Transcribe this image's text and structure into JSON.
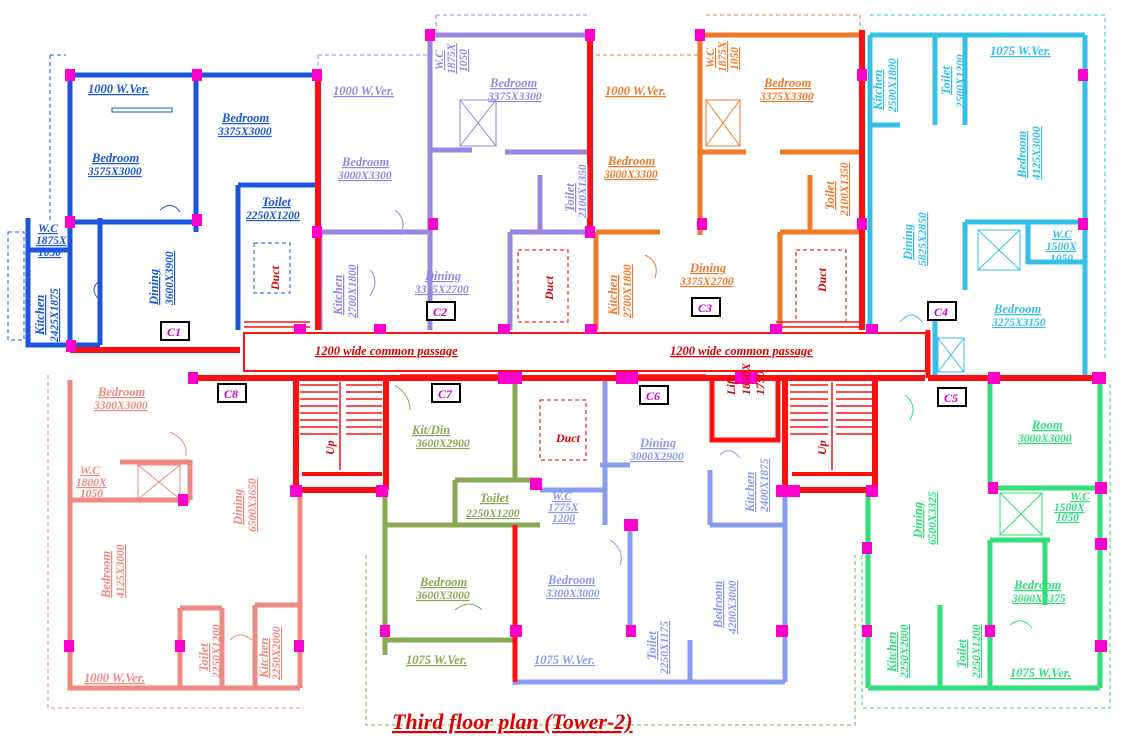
{
  "title": "Third floor plan (Tower-2)",
  "colors": {
    "c1": "#1a55e0",
    "c2": "#9a86e0",
    "c3": "#f07a2a",
    "c4": "#35c0ec",
    "c5": "#2fe07a",
    "c6": "#8a9cf0",
    "c7": "#88aa55",
    "c8": "#f08a80",
    "core": "#ff1010",
    "column": "#ff00cc",
    "ctag": "#cc00cc"
  },
  "passage": {
    "left": "1200 wide common passage",
    "right": "1200 wide common passage"
  },
  "lift": [
    "Lift",
    "1850X",
    "1750"
  ],
  "duct_label": "Duct",
  "up_label": "Up",
  "core_tags": [
    "C1",
    "C2",
    "C3",
    "C4",
    "C5",
    "C6",
    "C7",
    "C8"
  ],
  "c1": {
    "wver": "1000 W.Ver.",
    "bed1_name": "Bedroom",
    "bed1_dim": "3375X3000",
    "bed2_name": "Bedroom",
    "bed2_dim": "3575X3000",
    "toilet_name": "Toilet",
    "toilet_dim": "2250X1200",
    "wc_name": "W.C",
    "wc_dim1": "1875X",
    "wc_dim2": "1050",
    "dining_name": "Dining",
    "dining_dim": "3600X3900",
    "kitchen_name": "Kitchen",
    "kitchen_dim": "2425X1875"
  },
  "c2": {
    "wver": "1000 W.Ver.",
    "wc_name": "W.C",
    "wc_dim1": "1875X",
    "wc_dim2": "1050",
    "bed1_name": "Bedroom",
    "bed1_dim": "3375X3300",
    "bed2_name": "Bedroom",
    "bed2_dim": "3000X3300",
    "toilet_name": "Toilet",
    "toilet_dim": "2100X1350",
    "kitchen_name": "Kitchen",
    "kitchen_dim": "2700X1800",
    "dining_name": "Dining",
    "dining_dim": "3375X2700"
  },
  "c3": {
    "wver": "1000 W.Ver.",
    "wc_name": "W.C",
    "wc_dim1": "1875X",
    "wc_dim2": "1050",
    "bed1_name": "Bedroom",
    "bed1_dim": "3375X3300",
    "bed2_name": "Bedroom",
    "bed2_dim": "3000X3300",
    "toilet_name": "Toilet",
    "toilet_dim": "2100X1350",
    "kitchen_name": "Kitchen",
    "kitchen_dim": "2700X1800",
    "dining_name": "Dining",
    "dining_dim": "3375X2700"
  },
  "c4": {
    "wver": "1075 W.Ver.",
    "kitchen_name": "Kitchen",
    "kitchen_dim": "2500X1800",
    "toilet_name": "Toilet",
    "toilet_dim": "2500X1200",
    "bed1_name": "Bedroom",
    "bed1_dim": "4125X3000",
    "dining_name": "Dining",
    "dining_dim": "5825X2850",
    "wc_name": "W.C",
    "wc_dim1": "1500X",
    "wc_dim2": "1050",
    "bed2_name": "Bedroom",
    "bed2_dim": "3275X3150"
  },
  "c5": {
    "room_name": "Room",
    "room_dim": "3000X3000",
    "wc_name": "W.C",
    "wc_dim1": "1500X",
    "wc_dim2": "1050",
    "dining_name": "Dining",
    "dining_dim": "6500X3325",
    "bed_name": "Bedroom",
    "bed_dim": "3000X3375",
    "kitchen_name": "Kitchen",
    "kitchen_dim": "2250X2000",
    "toilet_name": "Toilet",
    "toilet_dim": "2250X1200",
    "wver": "1075 W.Ver."
  },
  "c6": {
    "dining_name": "Dining",
    "dining_dim": "3000X2900",
    "kitchen_name": "Kitchen",
    "kitchen_dim": "2400X1875",
    "wc_name": "W.C",
    "wc_dim1": "1775X",
    "wc_dim2": "1200",
    "bed1_name": "Bedroom",
    "bed1_dim": "3300X3000",
    "bed2_name": "Bedroom",
    "bed2_dim": "4200X3000",
    "toilet_name": "Toilet",
    "toilet_dim": "2250X1175",
    "wver": "1075 W.Ver."
  },
  "c7": {
    "kitdin_name": "Kit/Din",
    "kitdin_dim": "3600X2900",
    "toilet_name": "Toilet",
    "toilet_dim": "2250X1200",
    "bed_name": "Bedroom",
    "bed_dim": "3600X3000",
    "wver": "1075 W.Ver."
  },
  "c8": {
    "bed1_name": "Bedroom",
    "bed1_dim": "3300X3000",
    "wc_name": "W.C",
    "wc_dim1": "1800X",
    "wc_dim2": "1050",
    "dining_name": "Dining",
    "dining_dim": "6500X3650",
    "bed2_name": "Bedroom",
    "bed2_dim": "4125X3000",
    "toilet_name": "Toilet",
    "toilet_dim": "2250X1200",
    "kitchen_name": "Kitchen",
    "kitchen_dim": "2250X2000",
    "wver": "1000 W.Ver."
  }
}
